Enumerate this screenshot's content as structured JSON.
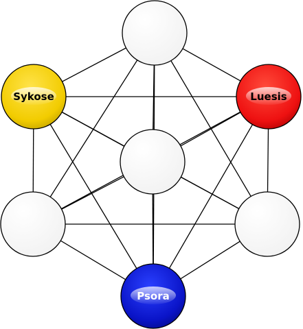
{
  "colors": {
    "background": "#ffffff",
    "line": "#000000",
    "empty_node": "#ffffff",
    "sykose": "#f2cc00",
    "luesis": "#ee1111",
    "psora": "#0a14c8"
  },
  "nodes": [
    {
      "id": "top",
      "label": "",
      "fill": "#ffffff",
      "text_color": "#000000"
    },
    {
      "id": "upper-left",
      "label": "Sykose",
      "fill": "#f2cc00",
      "text_color": "#000000"
    },
    {
      "id": "upper-right",
      "label": "Luesis",
      "fill": "#ee1111",
      "text_color": "#000000"
    },
    {
      "id": "center",
      "label": "",
      "fill": "#ffffff",
      "text_color": "#000000"
    },
    {
      "id": "lower-left",
      "label": "",
      "fill": "#ffffff",
      "text_color": "#000000"
    },
    {
      "id": "lower-right",
      "label": "",
      "fill": "#ffffff",
      "text_color": "#000000"
    },
    {
      "id": "bottom",
      "label": "Psora",
      "fill": "#0a14c8",
      "text_color": "#ffffff"
    }
  ],
  "edges": [
    [
      "top",
      "upper-left"
    ],
    [
      "top",
      "upper-right"
    ],
    [
      "top",
      "center"
    ],
    [
      "top",
      "lower-left"
    ],
    [
      "top",
      "lower-right"
    ],
    [
      "top",
      "bottom"
    ],
    [
      "upper-left",
      "upper-right"
    ],
    [
      "upper-left",
      "center"
    ],
    [
      "upper-left",
      "lower-left"
    ],
    [
      "upper-left",
      "lower-right"
    ],
    [
      "upper-left",
      "bottom"
    ],
    [
      "upper-right",
      "center"
    ],
    [
      "upper-right",
      "lower-left"
    ],
    [
      "upper-right",
      "lower-right"
    ],
    [
      "upper-right",
      "bottom"
    ],
    [
      "center",
      "lower-left"
    ],
    [
      "center",
      "lower-right"
    ],
    [
      "center",
      "bottom"
    ],
    [
      "lower-left",
      "lower-right"
    ],
    [
      "lower-left",
      "bottom"
    ],
    [
      "lower-right",
      "bottom"
    ]
  ]
}
